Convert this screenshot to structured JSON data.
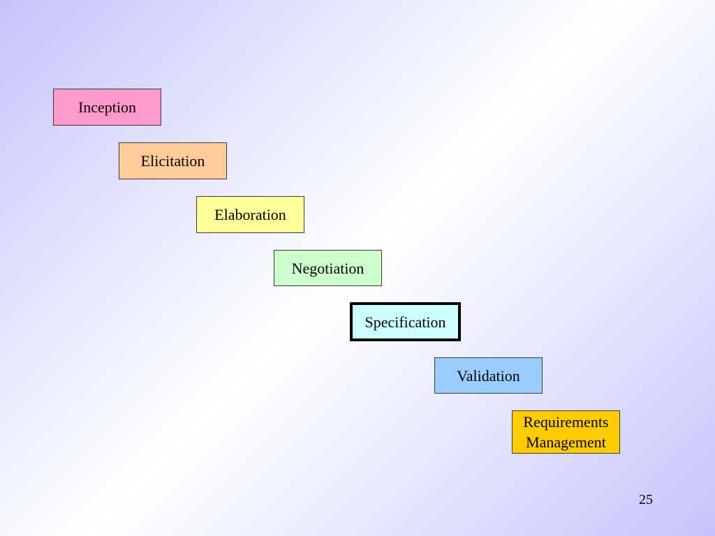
{
  "diagram": {
    "steps": [
      {
        "label": "Inception",
        "color": "#ff99cc"
      },
      {
        "label": "Elicitation",
        "color": "#ffcc99"
      },
      {
        "label": "Elaboration",
        "color": "#ffff99"
      },
      {
        "label": "Negotiation",
        "color": "#ccffcc"
      },
      {
        "label": "Specification",
        "color": "#ccffff",
        "highlighted": true
      },
      {
        "label": "Validation",
        "color": "#99ccff"
      },
      {
        "label": "Requirements\nManagement",
        "line1": "Requirements",
        "line2": "Management",
        "color": "#ffcc00"
      }
    ]
  },
  "slide": {
    "page_number": "25"
  }
}
